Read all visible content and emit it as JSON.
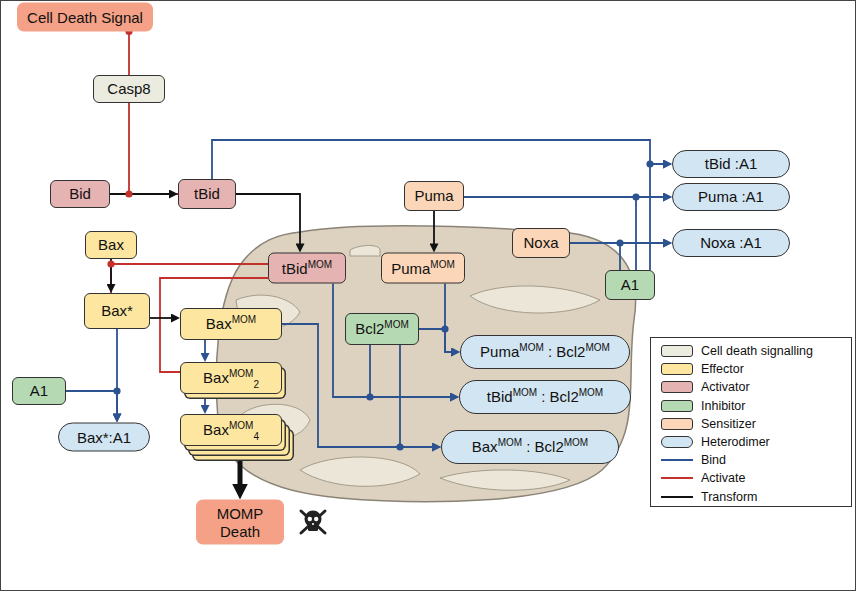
{
  "diagram": {
    "nodes": [
      {
        "text": [
          "Cell Death Signal"
        ]
      },
      {
        "text": [
          "Casp8"
        ]
      },
      {
        "text": [
          "Bid"
        ]
      },
      {
        "text": [
          "tBid"
        ]
      },
      {
        "text": [
          "Puma"
        ]
      },
      {
        "text": [
          "tBid :A1"
        ]
      },
      {
        "text": [
          "Puma :A1"
        ]
      },
      {
        "text": [
          "Bax"
        ]
      },
      {
        "text": [
          "Noxa"
        ]
      },
      {
        "text": [
          "Noxa :A1"
        ]
      },
      {
        "text": [
          "tBidMOM"
        ]
      },
      {
        "text": [
          "PumaMOM"
        ]
      },
      {
        "text": [
          "A1"
        ]
      },
      {
        "text": [
          "Bax*"
        ]
      },
      {
        "text": [
          "BaxMOM"
        ]
      },
      {
        "text": [
          "Bcl2MOM"
        ]
      },
      {
        "text": [
          "PumaMOM : Bcl2MOM"
        ]
      },
      {
        "text": [
          "A1"
        ]
      },
      {
        "text": [
          "BaxMOM2"
        ]
      },
      {
        "text": [
          "tBidMOM : Bcl2MOM"
        ]
      },
      {
        "text": [
          "Bax*:A1"
        ]
      },
      {
        "text": [
          "BaxMOM4"
        ]
      },
      {
        "text": [
          "BaxMOM : Bcl2MOM"
        ]
      },
      {
        "text": [
          "MOMP Death"
        ]
      }
    ],
    "edges": [
      {
        "from": 0,
        "to": 1,
        "arrow": "none"
      },
      {
        "from": 1,
        "to": 3,
        "arrow": "none"
      },
      {
        "from": 2,
        "to": 3,
        "arrow": "to"
      },
      {
        "from": 3,
        "to": 10,
        "arrow": "to"
      },
      {
        "from": 3,
        "to": 5,
        "arrow": "to"
      },
      {
        "from": 12,
        "to": 5,
        "arrow": "to"
      },
      {
        "from": 4,
        "to": 6,
        "arrow": "to"
      },
      {
        "from": 12,
        "to": 6,
        "arrow": "to"
      },
      {
        "from": 8,
        "to": 9,
        "arrow": "to"
      },
      {
        "from": 12,
        "to": 9,
        "arrow": "to"
      },
      {
        "from": 4,
        "to": 11,
        "arrow": "to"
      },
      {
        "from": 7,
        "to": 13,
        "arrow": "to"
      },
      {
        "from": 10,
        "to": 13,
        "arrow": "none"
      },
      {
        "from": 10,
        "to": 18,
        "arrow": "none"
      },
      {
        "from": 13,
        "to": 14,
        "arrow": "to"
      },
      {
        "from": 13,
        "to": 20,
        "arrow": "to"
      },
      {
        "from": 17,
        "to": 20,
        "arrow": "to"
      },
      {
        "from": 14,
        "to": 18,
        "arrow": "to"
      },
      {
        "from": 18,
        "to": 21,
        "arrow": "to"
      },
      {
        "from": 14,
        "to": 22,
        "arrow": "to"
      },
      {
        "from": 15,
        "to": 22,
        "arrow": "to"
      },
      {
        "from": 10,
        "to": 19,
        "arrow": "to"
      },
      {
        "from": 15,
        "to": 19,
        "arrow": "to"
      },
      {
        "from": 11,
        "to": 16,
        "arrow": "to"
      },
      {
        "from": 15,
        "to": 16,
        "arrow": "to"
      },
      {
        "from": 21,
        "to": 23,
        "arrow": "to"
      }
    ],
    "legend": [
      {
        "text": "Cell death signalling",
        "color": "#ebebdf"
      },
      {
        "text": "Effector",
        "color": "#fde7a0"
      },
      {
        "text": "Activator",
        "color": "#e6b3b3"
      },
      {
        "text": "Inhibitor",
        "color": "#b5dab3"
      },
      {
        "text": "Sensitizer",
        "color": "#fbd6b8"
      },
      {
        "text": "Heterodimer",
        "color": "#d2e5f3"
      },
      {
        "text": "Bind"
      },
      {
        "text": "Activate"
      },
      {
        "text": "Transform"
      }
    ]
  }
}
